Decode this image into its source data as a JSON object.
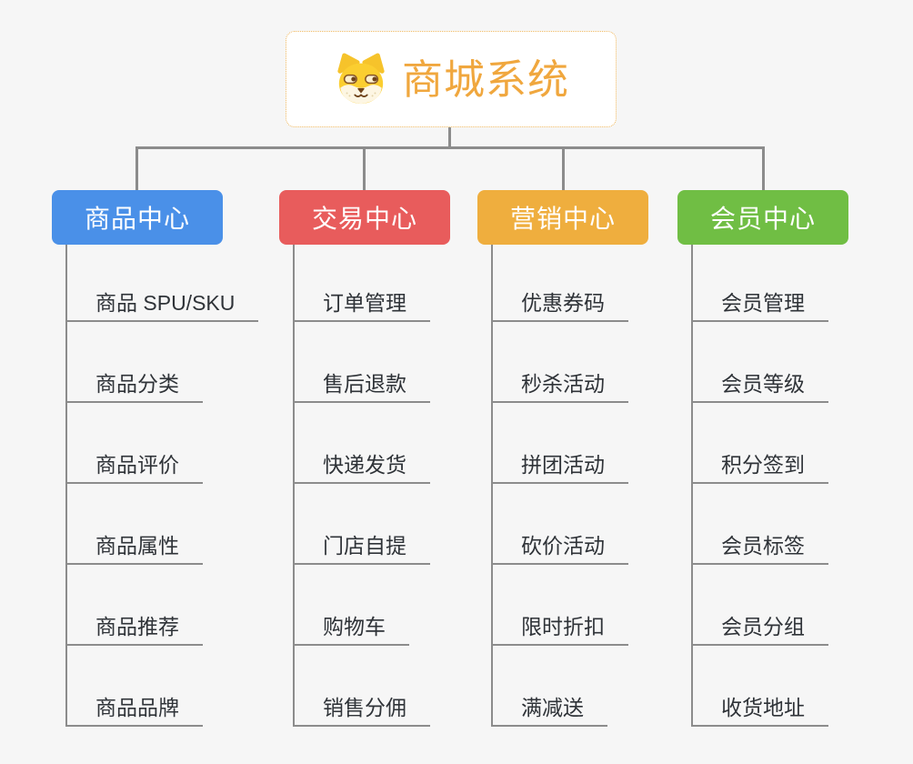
{
  "root": {
    "title": "商城系统",
    "icon": "shiba-dog-icon"
  },
  "branches": [
    {
      "label": "商品中心",
      "color": "#4a90e8",
      "items": [
        "商品 SPU/SKU",
        "商品分类",
        "商品评价",
        "商品属性",
        "商品推荐",
        "商品品牌"
      ]
    },
    {
      "label": "交易中心",
      "color": "#e85c5c",
      "items": [
        "订单管理",
        "售后退款",
        "快递发货",
        "门店自提",
        "购物车",
        "销售分佣"
      ]
    },
    {
      "label": "营销中心",
      "color": "#efae3e",
      "items": [
        "优惠券码",
        "秒杀活动",
        "拼团活动",
        "砍价活动",
        "限时折扣",
        "满减送"
      ]
    },
    {
      "label": "会员中心",
      "color": "#70be44",
      "items": [
        "会员管理",
        "会员等级",
        "积分签到",
        "会员标签",
        "会员分组",
        "收货地址"
      ]
    }
  ],
  "style": {
    "background": "#f6f6f6",
    "connector_color": "#8c8c8c",
    "root_text_color": "#f0a73e",
    "root_border_color": "#efb85f",
    "leaf_text_color": "#2f3338"
  }
}
